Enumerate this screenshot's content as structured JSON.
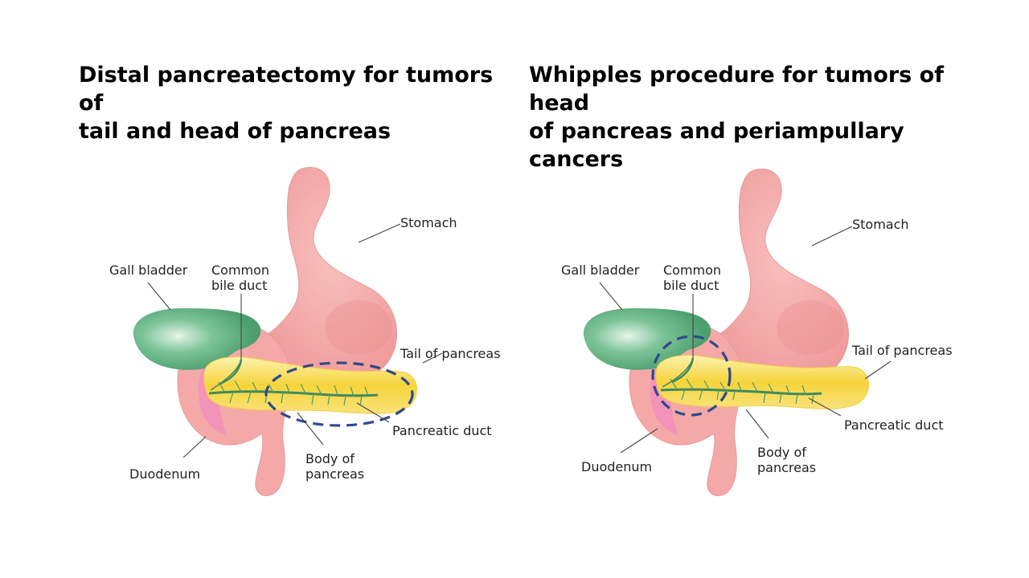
{
  "titles": {
    "left": "Distal pancreatectomy for tumors of\ntail and head of pancreas",
    "right": "Whipples procedure for tumors of head\nof pancreas and periampullary cancers"
  },
  "labels": {
    "stomach": "Stomach",
    "gall_bladder": "Gall bladder",
    "common_bile_duct_1": "Common",
    "common_bile_duct_2": "bile duct",
    "tail_of_pancreas": "Tail of pancreas",
    "pancreatic_duct": "Pancreatic duct",
    "duodenum": "Duodenum",
    "body_of_pancreas_1": "Body of",
    "body_of_pancreas_2": "pancreas"
  },
  "colors": {
    "stomach": "#f4a9a8",
    "stomach_shade": "#e88b8c",
    "duodenum_inner": "#f28fbd",
    "gall_bladder": "#6cb98a",
    "pancreas": "#f6d94a",
    "pancreas_light": "#fbee9c",
    "pancreatic_duct": "#3f8a5e",
    "resection_outline": "#2f4a8a"
  },
  "resection": {
    "left_panel_region": "Tail and body of pancreas",
    "right_panel_region": "Head of pancreas"
  }
}
